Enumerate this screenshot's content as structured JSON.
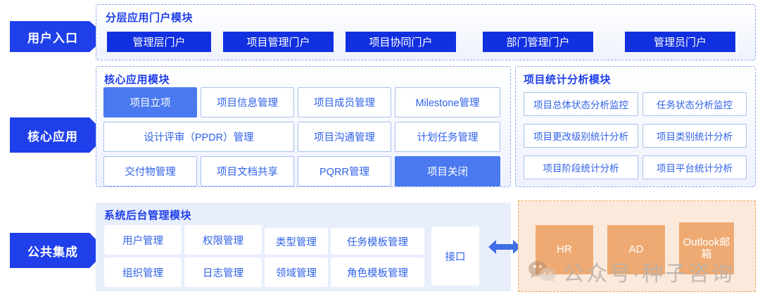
{
  "side_labels": [
    {
      "id": "entry",
      "label": "用户入口"
    },
    {
      "id": "core",
      "label": "核心应用"
    },
    {
      "id": "public",
      "label": "公共集成"
    }
  ],
  "portal_module": {
    "title": "分层应用门户模块",
    "buttons": [
      {
        "label": "管理层门户"
      },
      {
        "label": "项目管理门户"
      },
      {
        "label": "项目协同门户"
      },
      {
        "label": "部门管理门户"
      },
      {
        "label": "管理员门户"
      }
    ]
  },
  "core_module": {
    "title": "核心应用模块",
    "row1": [
      {
        "label": "项目立项",
        "active": true
      },
      {
        "label": "项目信息管理",
        "active": false
      },
      {
        "label": "项目成员管理",
        "active": false
      },
      {
        "label": "Milestone管理",
        "active": false
      }
    ],
    "row2": [
      {
        "label": "设计评审（PPDR）管理",
        "active": false
      },
      {
        "label": "项目沟通管理",
        "active": false
      },
      {
        "label": "计划任务管理",
        "active": false
      }
    ],
    "row3": [
      {
        "label": "交付物管理",
        "active": false
      },
      {
        "label": "项目文档共享",
        "active": false
      },
      {
        "label": "PQRR管理",
        "active": false
      },
      {
        "label": "项目关闭",
        "active": true
      }
    ]
  },
  "stats_module": {
    "title": "项目统计分析模块",
    "row1": [
      {
        "label": "项目总体状态分析监控"
      },
      {
        "label": "任务状态分析监控"
      }
    ],
    "row2": [
      {
        "label": "项目更改级别统计分析"
      },
      {
        "label": "项目类别统计分析"
      }
    ],
    "row3": [
      {
        "label": "项目阶段统计分析"
      },
      {
        "label": "项目平台统计分析"
      }
    ]
  },
  "backend_module": {
    "title": "系统后台管理模块",
    "row1": [
      {
        "label": "用户管理"
      },
      {
        "label": "权限管理"
      },
      {
        "label": "类型管理"
      },
      {
        "label": "任务模板管理"
      }
    ],
    "row2": [
      {
        "label": "组织管理"
      },
      {
        "label": "日志管理"
      },
      {
        "label": "领域管理"
      },
      {
        "label": "角色模板管理"
      }
    ],
    "interface": {
      "label": "接口"
    }
  },
  "integration_panel": {
    "tiles": [
      {
        "label": "HR"
      },
      {
        "label": "AD"
      },
      {
        "label": "Outlook邮箱"
      }
    ]
  },
  "watermark": {
    "text": "公众号·种子咨询",
    "icon": "wechat-icon"
  },
  "colors": {
    "brand_blue": "#1f3fea",
    "portal_blue": "#1130e0",
    "active_cell": "#4a79f0",
    "cell_text": "#2f62e8",
    "cell_border": "#a9c0ef",
    "dashed_border": "#8aa6f0",
    "backend_bg": "#e8eefc",
    "orange_bg": "#fbe9dc",
    "orange_tile": "#eeaa72",
    "orange_border": "#f0a84e"
  }
}
